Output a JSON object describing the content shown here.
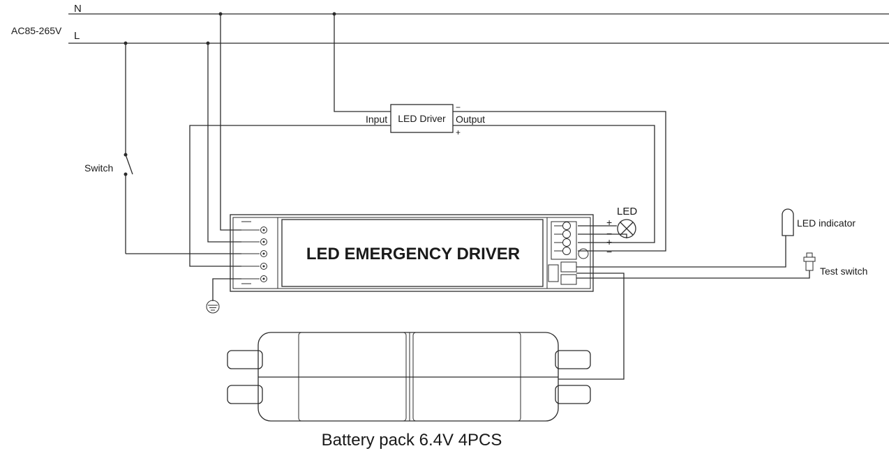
{
  "supply": {
    "voltage_label": "AC85-265V",
    "neutral_label": "N",
    "line_label": "L"
  },
  "switch": {
    "label": "Switch"
  },
  "led_driver": {
    "label": "LED Driver",
    "input_label": "Input",
    "output_label": "Output",
    "minus_sign": "−",
    "plus_sign": "+"
  },
  "emergency_driver": {
    "label": "LED EMERGENCY DRIVER"
  },
  "led_load": {
    "label": "LED",
    "terminal_signs": [
      "+",
      "−",
      "+",
      "−"
    ]
  },
  "led_indicator": {
    "label": "LED indicator"
  },
  "test_switch": {
    "label": "Test switch"
  },
  "battery": {
    "label": "Battery pack 6.4V  4PCS"
  },
  "colors": {
    "line": "#2b2b2b",
    "background": "#ffffff",
    "battery_fill": "#f7f3ea"
  }
}
